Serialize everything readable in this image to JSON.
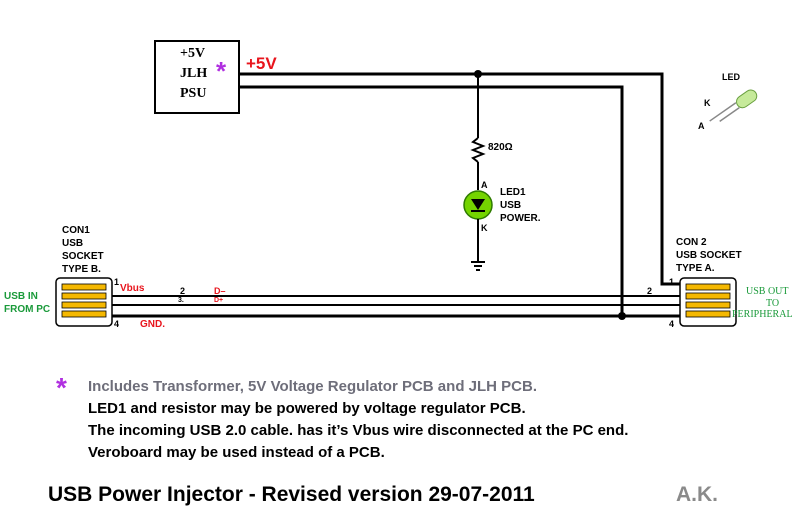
{
  "psu": {
    "line1": "+5V",
    "line2": "JLH",
    "line3": "PSU",
    "output_label": "+5V",
    "asterisk": "*"
  },
  "resistor": {
    "value": "820Ω"
  },
  "led1": {
    "anode": "A",
    "cathode": "K",
    "name": "LED1",
    "line2": "USB",
    "line3": "POWER."
  },
  "led_drawing": {
    "title": "LED",
    "cathode": "K",
    "anode": "A"
  },
  "con1": {
    "name": "CON1",
    "line2": "USB",
    "line3": "SOCKET",
    "line4": "TYPE B.",
    "pin1": "1",
    "pin2": "2",
    "pin3": "3.",
    "pin4": "4",
    "vbus": "Vbus",
    "dminus": "D–",
    "dplus": "D+",
    "gnd": "GND."
  },
  "con2": {
    "name": "CON 2",
    "line2": "USB SOCKET",
    "line3": "TYPE A.",
    "pin1": "1",
    "pin2": "2",
    "pin4": "4"
  },
  "usb_in": {
    "line1": "USB IN",
    "line2": "FROM PC"
  },
  "usb_out": {
    "line1": "USB  OUT",
    "line2": "TO",
    "line3": "PERIPHERAL"
  },
  "notes": {
    "asterisk": "*",
    "line1": "Includes Transformer, 5V Voltage Regulator PCB and JLH PCB.",
    "line2": "LED1 and resistor may be powered by voltage regulator PCB.",
    "line3": "The incoming USB 2.0 cable. has it’s Vbus wire disconnected at the PC end.",
    "line4": "Veroboard may be used instead of a PCB."
  },
  "footer": {
    "title": "USB Power Injector - Revised version 29-07-2011",
    "author": "A.K."
  },
  "colors": {
    "red": "#e8141c",
    "green": "#1a9a3a",
    "purple": "#b030e0",
    "grey_text": "#6e6e7a",
    "gold": "#f5b800",
    "led_green": "#74d400"
  }
}
